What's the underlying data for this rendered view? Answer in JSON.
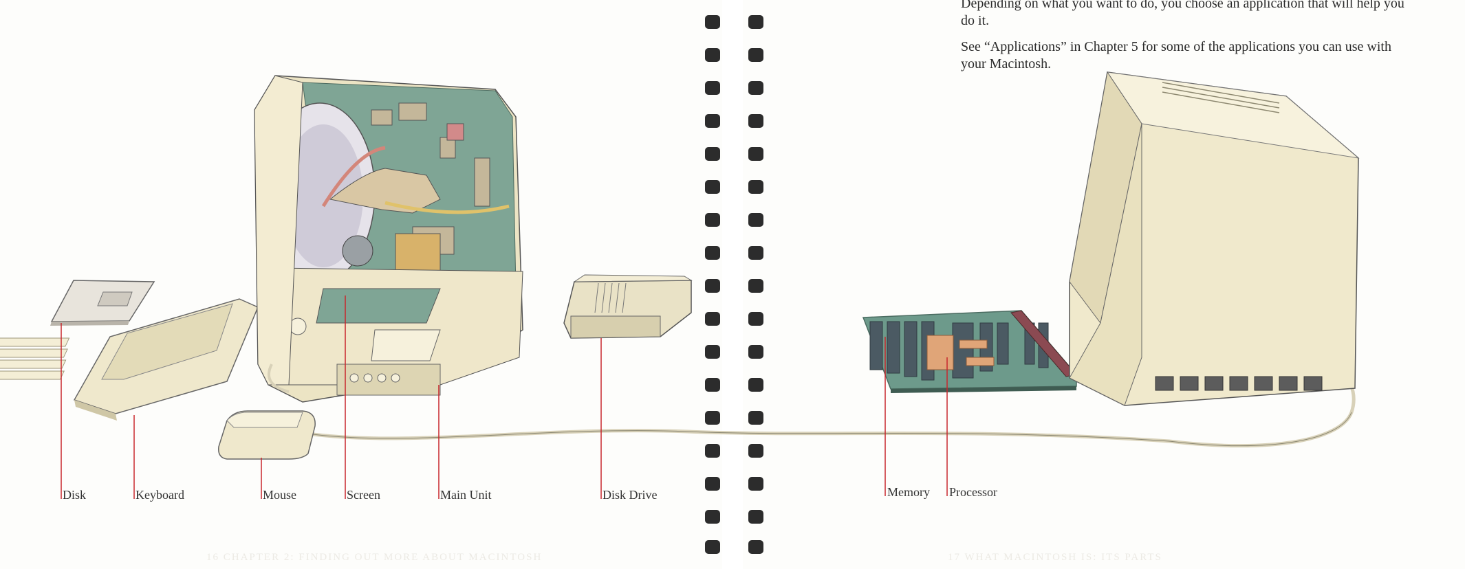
{
  "right_page": {
    "paragraphs": [
      "Depending on what you want to do, you choose an application that will help you do it.",
      "See “Applications” in Chapter 5 for some of the applications you can use with your Macintosh."
    ]
  },
  "callouts": {
    "disk": "Disk",
    "keyboard": "Keyboard",
    "mouse": "Mouse",
    "screen": "Screen",
    "main_unit": "Main Unit",
    "disk_drive": "Disk Drive",
    "memory": "Memory",
    "processor": "Processor"
  },
  "footers": {
    "left": "16    CHAPTER 2: FINDING OUT MORE ABOUT MACINTOSH",
    "right": "17    WHAT MACINTOSH IS: ITS PARTS"
  },
  "colors": {
    "callout_line": "#c8262c",
    "case_cream": "#efe7c9",
    "board_green": "#6f9a8a"
  }
}
